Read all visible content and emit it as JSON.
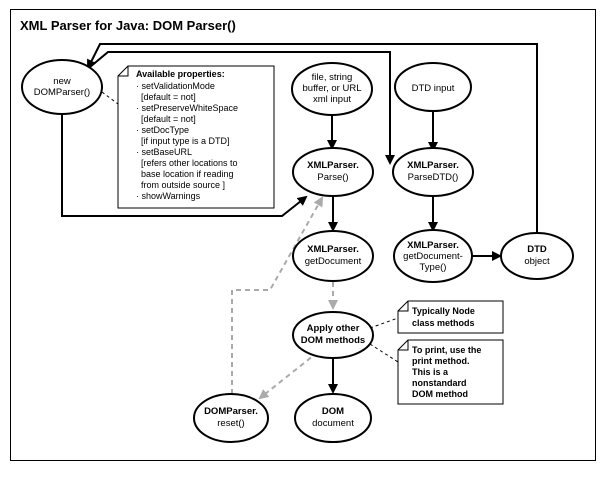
{
  "title": "XML Parser for Java: DOM Parser()",
  "nodes": {
    "new_domparser": [
      "new",
      "DOMParser()"
    ],
    "file_input": [
      "file, string",
      "buffer, or URL",
      "xml input"
    ],
    "dtd_input": [
      "DTD input"
    ],
    "xmlparser_parse": [
      "XMLParser.",
      "Parse()"
    ],
    "xmlparser_parsedtd": [
      "XMLParser.",
      "ParseDTD()"
    ],
    "xmlparser_getdocument": [
      "XMLParser.",
      "getDocument"
    ],
    "xmlparser_getdocumenttype": [
      "XMLParser.",
      "getDocument-",
      "Type()"
    ],
    "dtd_object": [
      "DTD",
      "object"
    ],
    "apply_dom_methods": [
      "Apply other",
      "DOM methods"
    ],
    "domparser_reset": [
      "DOMParser.",
      "reset()"
    ],
    "dom_document": [
      "DOM",
      "document"
    ]
  },
  "notes": {
    "available_properties": {
      "heading": "Available properties:",
      "lines": [
        "· setValidationMode",
        "  [default = not]",
        "· setPreserveWhiteSpace",
        "  [default = not]",
        "· setDocType",
        "  [if input type is a DTD]",
        "· setBaseURL",
        "  [refers other locations to",
        "  base location if reading",
        "  from outside source ]",
        "· showWarnings"
      ]
    },
    "node_methods": [
      "Typically Node",
      "class methods"
    ],
    "print_method": [
      "To print, use the",
      "print method.",
      "This is a",
      "nonstandard",
      "DOM method"
    ]
  }
}
